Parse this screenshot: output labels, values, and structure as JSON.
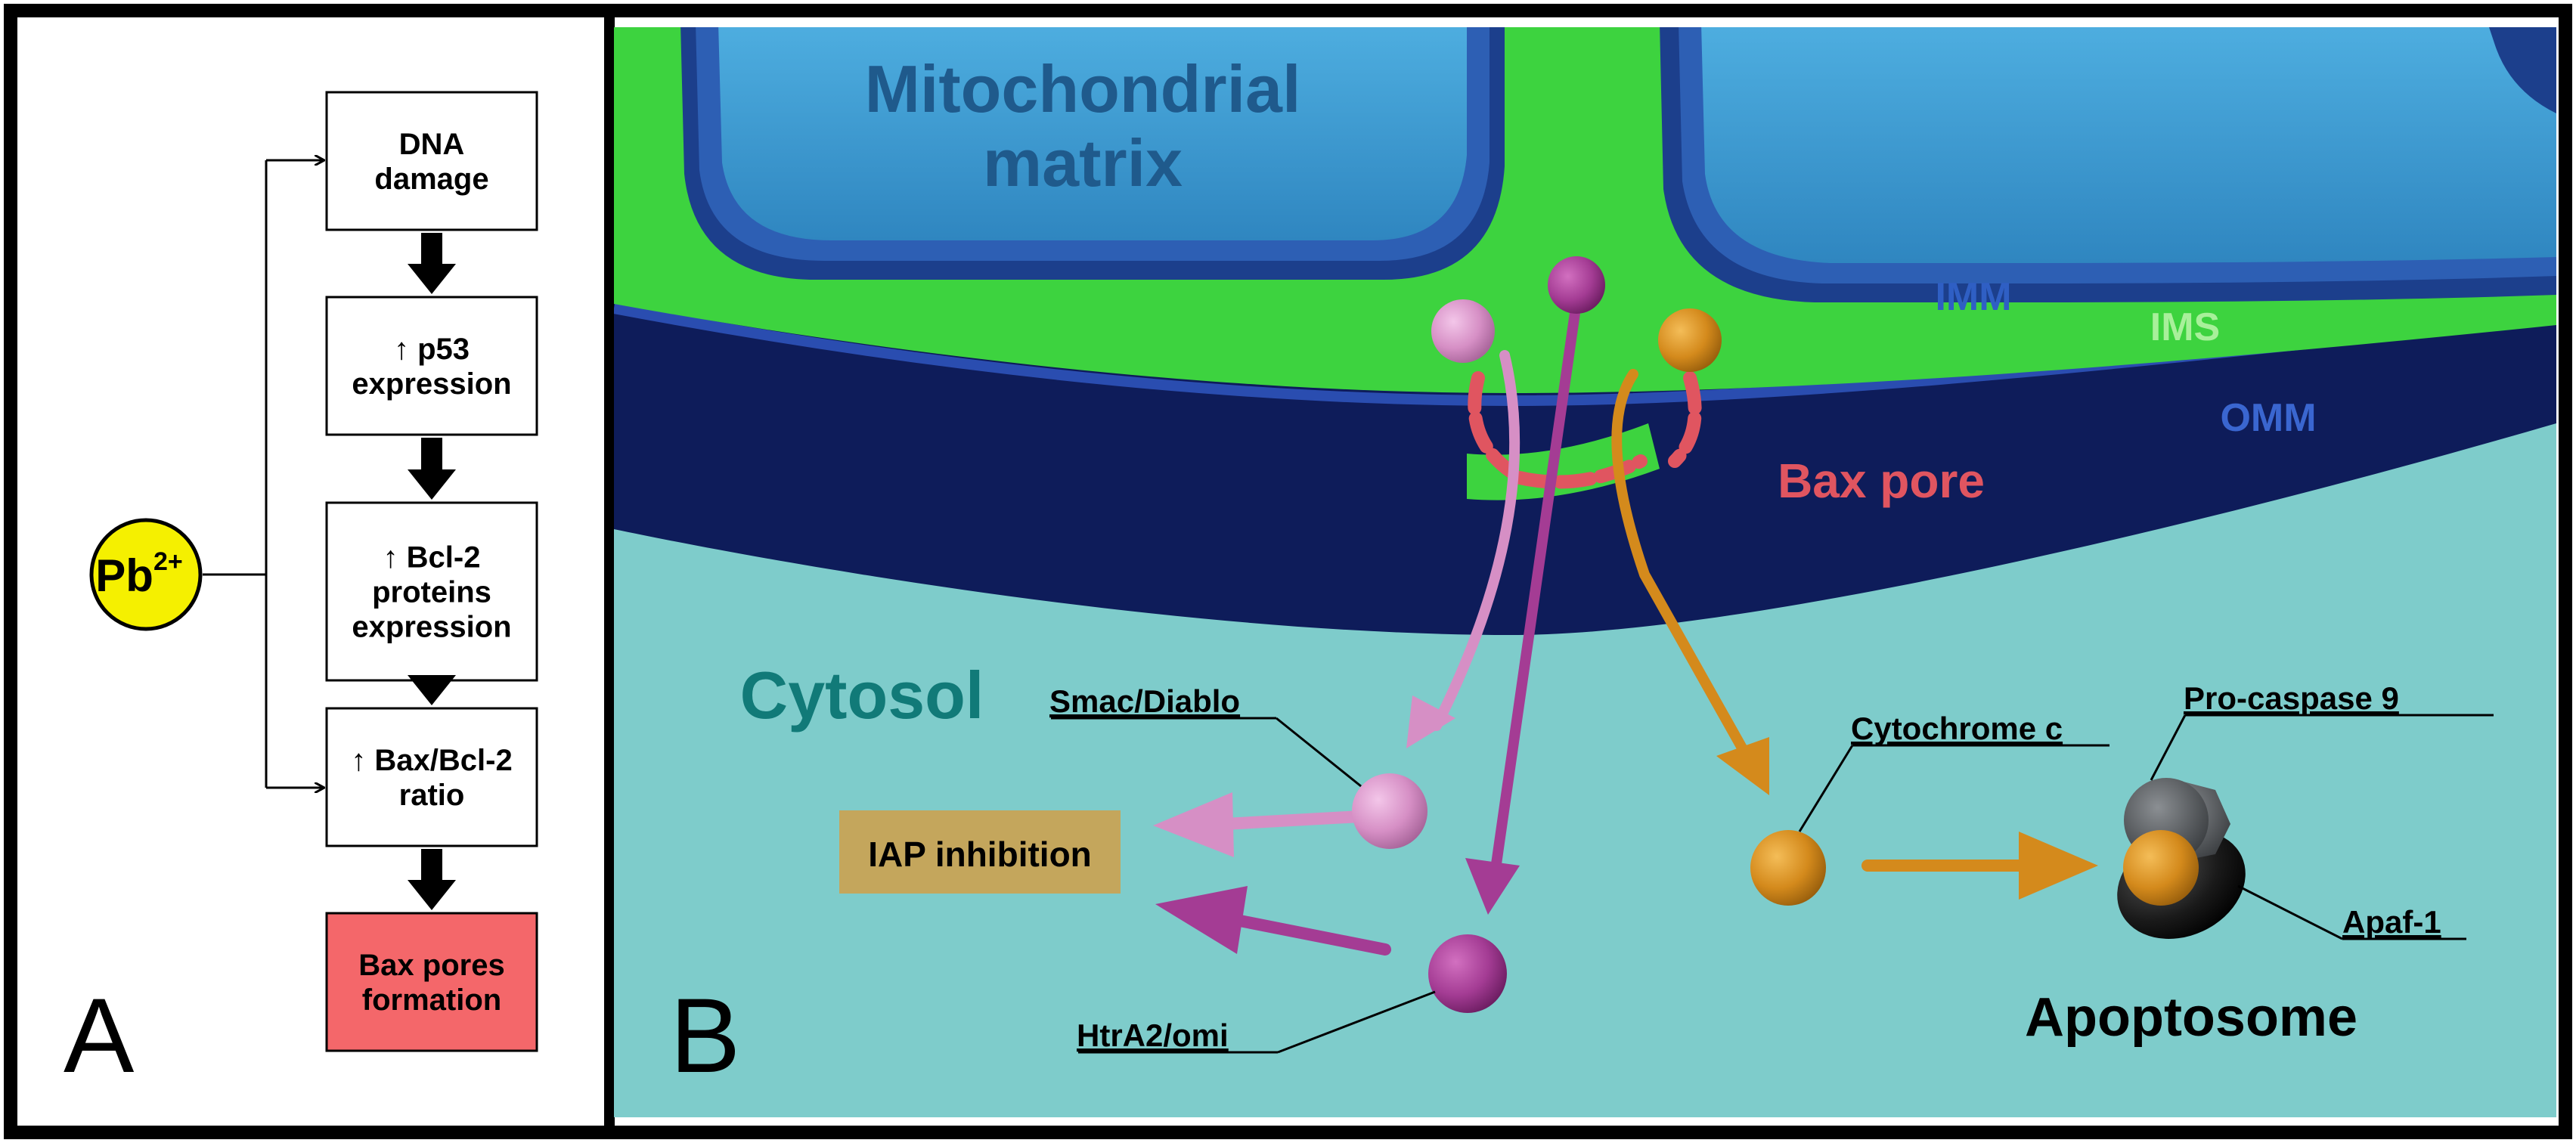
{
  "panel_a": {
    "letter": "A",
    "trigger": {
      "base": "Pb",
      "charge": "2+"
    },
    "steps": [
      {
        "lines": [
          "DNA",
          "damage"
        ]
      },
      {
        "lines": [
          "↑ p53",
          "expression"
        ]
      },
      {
        "lines": [
          "↑ Bcl-2",
          "proteins",
          "expression"
        ]
      },
      {
        "lines": [
          "↑ Bax/Bcl-2",
          "ratio"
        ]
      },
      {
        "lines": [
          "Bax pores",
          "formation"
        ]
      }
    ]
  },
  "panel_b": {
    "letter": "B",
    "regions": {
      "matrix": [
        "Mitochondrial",
        "matrix"
      ],
      "imm": "IMM",
      "ims": "IMS",
      "omm": "OMM",
      "pore": "Bax pore",
      "cytosol": "Cytosol"
    },
    "proteins": {
      "smac": "Smac/Diablo",
      "htra2": "HtrA2/omi",
      "cytochrome": "Cytochrome c",
      "procaspase": "Pro-caspase 9",
      "apaf": "Apaf-1"
    },
    "outcomes": {
      "iap": "IAP inhibition",
      "apoptosome": "Apoptosome"
    }
  },
  "colors": {
    "matrix": "#3b9bd2",
    "matrix_dark": "#1f5a8c",
    "ims_green": "#3dd33f",
    "omm_navy": "#0e1c5a",
    "cytosol": "#7ecccb",
    "pore_red": "#e05560",
    "smac": "#d68fc5",
    "htra2": "#a43c94",
    "cytochrome": "#d48a1c",
    "iap_box": "#c4a65c",
    "pb_yellow": "#f5f000",
    "bax_box": "#f4676a",
    "label_blue": "#2f5fc4",
    "label_teal": "#117a78",
    "label_red": "#e05560"
  }
}
